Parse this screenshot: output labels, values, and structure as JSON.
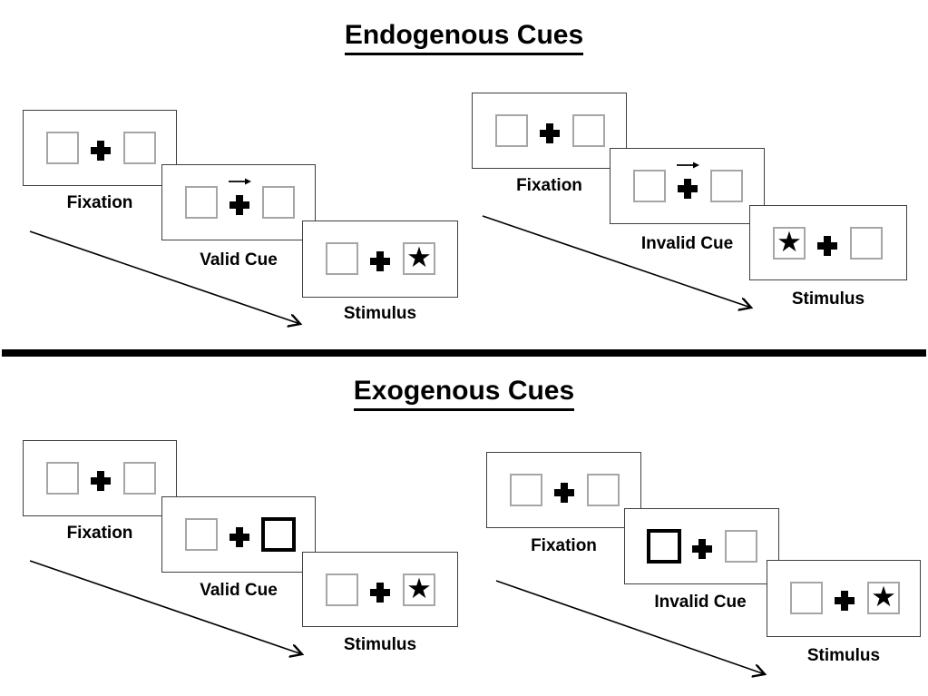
{
  "figure": {
    "background": "#ffffff",
    "divider_color": "#000000"
  },
  "colors": {
    "ink": "#000000",
    "panel_border": "#3f3f3f",
    "box_border": "#a6a6a6",
    "highlight_box_border": "#000000"
  },
  "glyphs": {
    "star": "★"
  },
  "endogenous": {
    "title": "Endogenous Cues",
    "valid": {
      "fixation_label": "Fixation",
      "cue_label": "Valid Cue",
      "stimulus_label": "Stimulus",
      "cue_symbol": "central arrow pointing right above fixation cross",
      "star_side": "right"
    },
    "invalid": {
      "fixation_label": "Fixation",
      "cue_label": "Invalid Cue",
      "stimulus_label": "Stimulus",
      "cue_symbol": "central arrow pointing right above fixation cross",
      "star_side": "left"
    }
  },
  "exogenous": {
    "title": "Exogenous Cues",
    "valid": {
      "fixation_label": "Fixation",
      "cue_label": "Valid Cue",
      "stimulus_label": "Stimulus",
      "cue_symbol": "right box highlighted with bold border",
      "star_side": "right"
    },
    "invalid": {
      "fixation_label": "Fixation",
      "cue_label": "Invalid Cue",
      "stimulus_label": "Stimulus",
      "cue_symbol": "left box highlighted with bold border",
      "star_side": "right"
    }
  }
}
